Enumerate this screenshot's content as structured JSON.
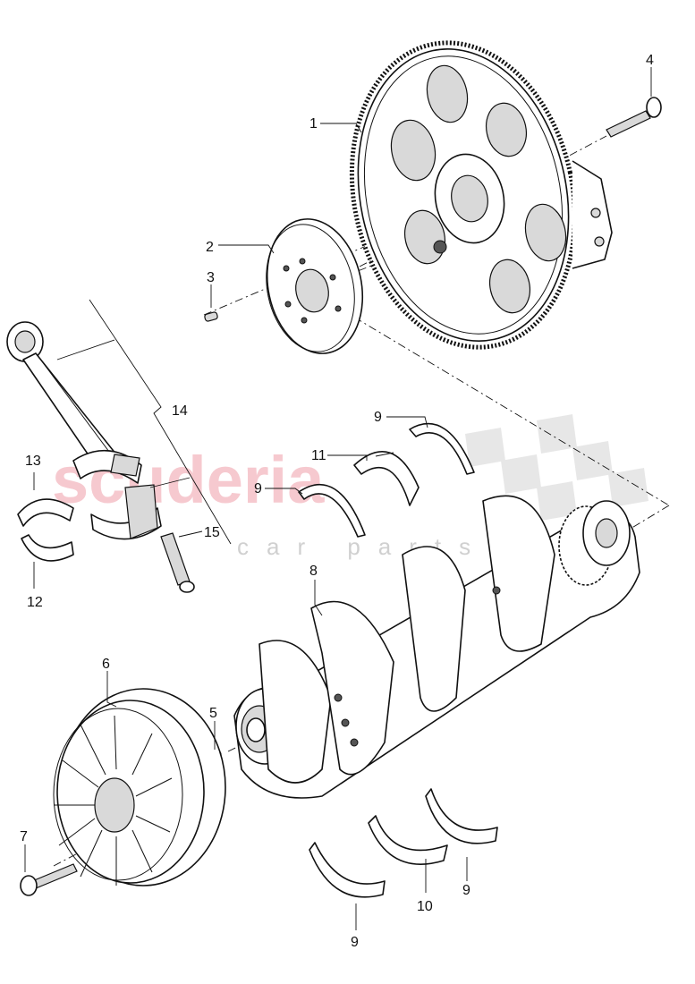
{
  "watermark": {
    "brand": "scuderia",
    "sub": "car parts",
    "brand_color": "#f3b8c0"
  },
  "callouts": [
    {
      "id": "1",
      "label": "1",
      "part": "flywheel-ring-gear"
    },
    {
      "id": "2",
      "label": "2",
      "part": "drive-plate"
    },
    {
      "id": "3",
      "label": "3",
      "part": "dowel-pin"
    },
    {
      "id": "4",
      "label": "4",
      "part": "flywheel-bolt"
    },
    {
      "id": "5",
      "label": "5",
      "part": "crank-pin"
    },
    {
      "id": "6",
      "label": "6",
      "part": "vibration-damper"
    },
    {
      "id": "7",
      "label": "7",
      "part": "damper-bolt"
    },
    {
      "id": "8",
      "label": "8",
      "part": "crankshaft"
    },
    {
      "id": "9a",
      "label": "9",
      "part": "thrust-washer-top"
    },
    {
      "id": "9b",
      "label": "9",
      "part": "thrust-washer-mid"
    },
    {
      "id": "9c",
      "label": "9",
      "part": "thrust-washer-right"
    },
    {
      "id": "9d",
      "label": "9",
      "part": "thrust-washer-bottom"
    },
    {
      "id": "10",
      "label": "10",
      "part": "main-bearing-shell-lower"
    },
    {
      "id": "11",
      "label": "11",
      "part": "main-bearing-shell-upper"
    },
    {
      "id": "12",
      "label": "12",
      "part": "rod-bearing-shell-lower"
    },
    {
      "id": "13",
      "label": "13",
      "part": "rod-bearing-shell-upper"
    },
    {
      "id": "14",
      "label": "14",
      "part": "connecting-rod-assembly"
    },
    {
      "id": "15",
      "label": "15",
      "part": "rod-bolt"
    }
  ]
}
